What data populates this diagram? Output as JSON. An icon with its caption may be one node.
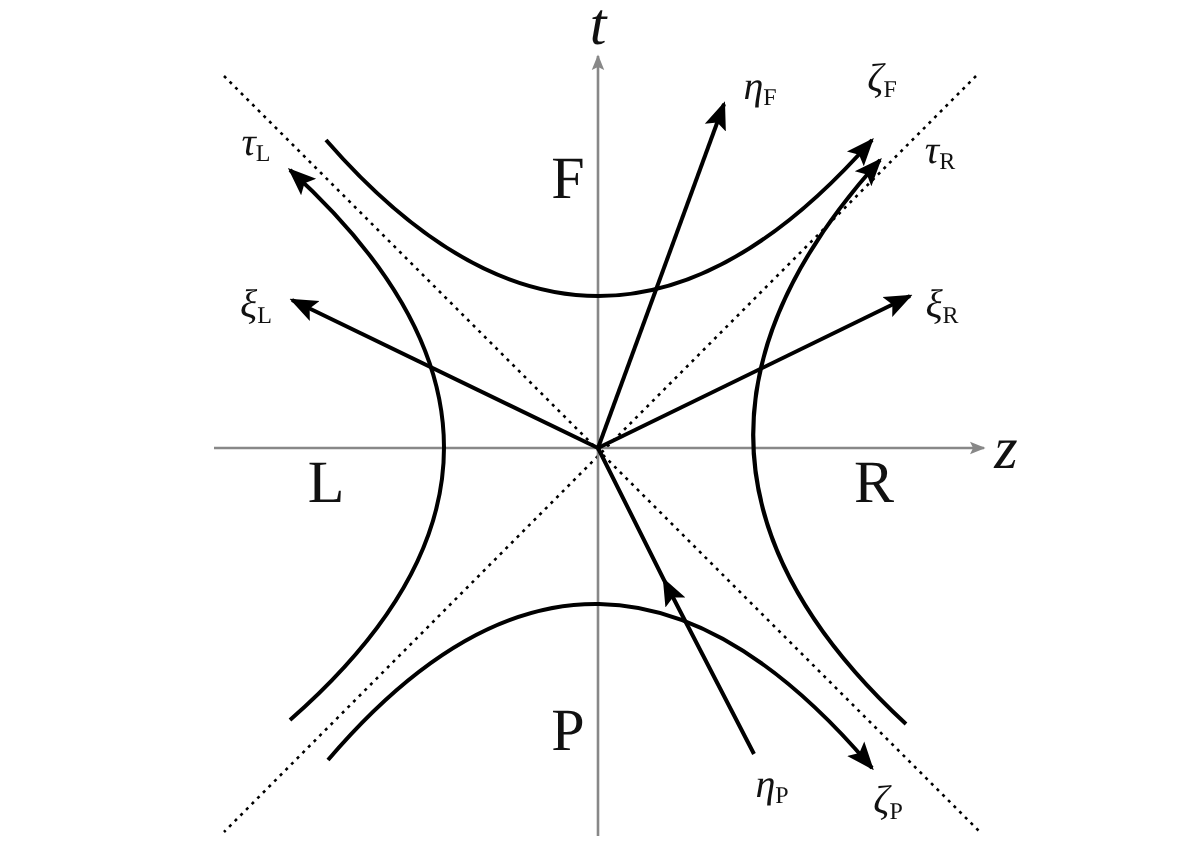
{
  "diagram": {
    "labels": [
      "t",
      "τ$_{L}$",
      "η$_{F}$",
      "ζ$_{F}$",
      "τ$_{R}$",
      "F",
      "ξ$_{L}$",
      "ξ$_{R}$",
      "z",
      "L",
      "R",
      "P",
      "η$_{P}$",
      "ζ$_{P}$"
    ]
  }
}
